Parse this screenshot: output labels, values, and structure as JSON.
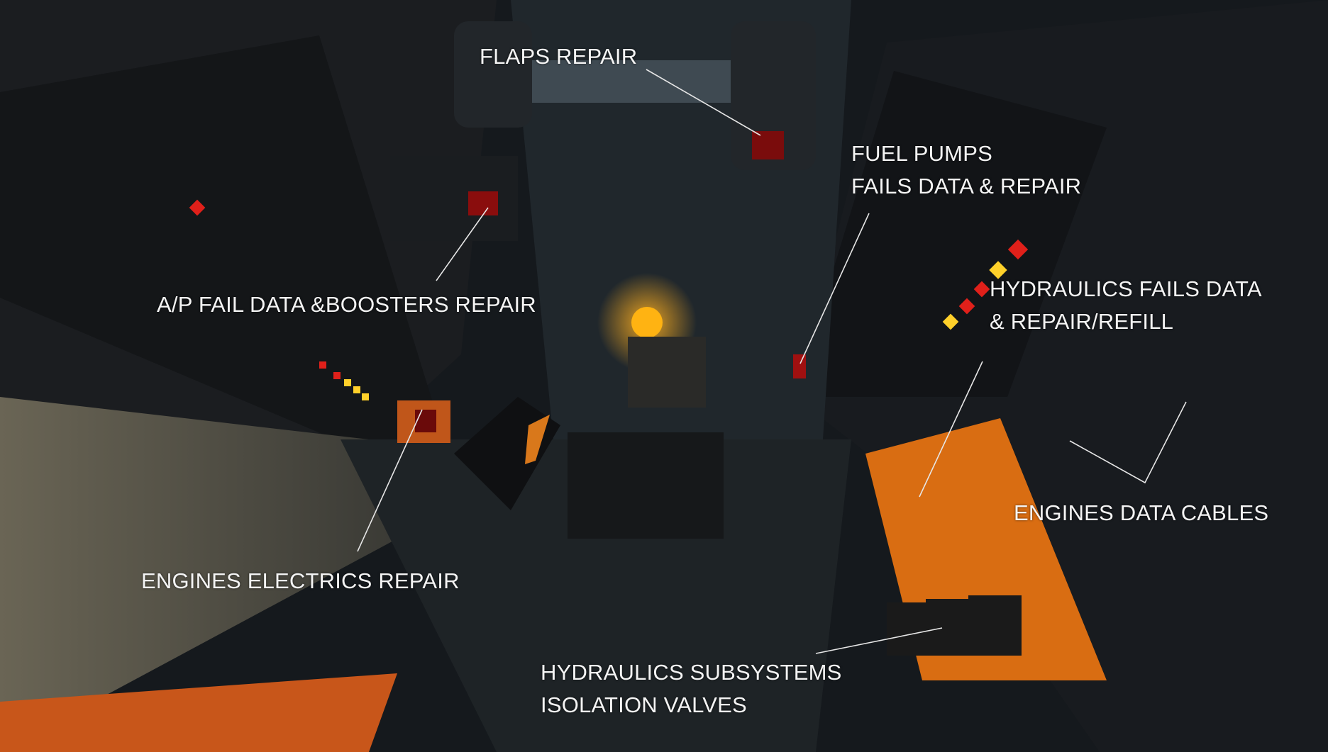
{
  "annotations": {
    "flaps": "FLAPS REPAIR",
    "fuel_line1": "FUEL PUMPS",
    "fuel_line2": "FAILS DATA & REPAIR",
    "hyd_line1": "HYDRAULICS FAILS DATA",
    "hyd_line2": "& REPAIR/REFILL",
    "ap": "A/P FAIL DATA &BOOSTERS REPAIR",
    "engines_cables": "ENGINES DATA CABLES",
    "engines_electrics": "ENGINES ELECTRICS REPAIR",
    "valves_line1": "HYDRAULICS SUBSYSTEMS",
    "valves_line2": "ISOLATION VALVES"
  },
  "colors": {
    "label_text": "#f4f4f4",
    "leader_line": "#e6e6e6",
    "warning_red": "#e0201a",
    "caution_yellow": "#ffd02a",
    "panel_orange": "#d96d12"
  }
}
